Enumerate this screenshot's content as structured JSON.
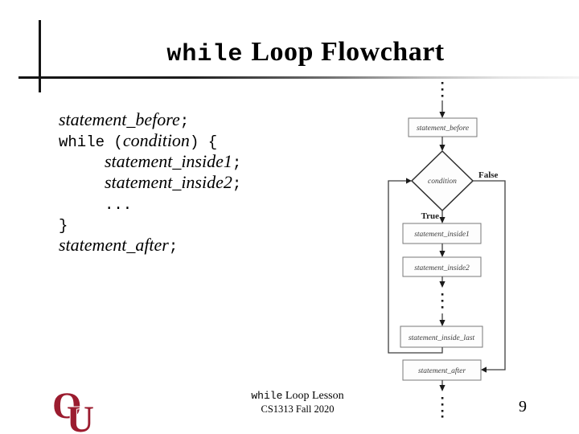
{
  "title": {
    "keyword": "while",
    "rest": "Loop Flowchart"
  },
  "code_lines": [
    {
      "pre": "",
      "main": "statement_before",
      "post": ";"
    },
    {
      "pre": "while (",
      "main": "condition",
      "post": ") {"
    },
    {
      "pre": "",
      "main": "statement_inside1",
      "post": ";"
    },
    {
      "pre": "",
      "main": "statement_inside2",
      "post": ";"
    },
    {
      "pre": "...",
      "main": "",
      "post": ""
    },
    {
      "pre": "}",
      "main": "",
      "post": ""
    },
    {
      "pre": "",
      "main": "statement_after",
      "post": ";"
    }
  ],
  "flowchart": {
    "nodes": {
      "before": "statement_before",
      "condition": "condition",
      "inside1": "statement_inside1",
      "inside2": "statement_inside2",
      "inside_last": "statement_inside_last",
      "after": "statement_after"
    },
    "branch_labels": {
      "true_label": "True",
      "false_label": "False"
    }
  },
  "footer": {
    "keyword": "while",
    "rest": " Loop Lesson",
    "course": "CS1313 Fall 2020",
    "page": "9"
  },
  "logo": {
    "o": "O",
    "u": "U",
    "color": "#9b1c2f"
  }
}
